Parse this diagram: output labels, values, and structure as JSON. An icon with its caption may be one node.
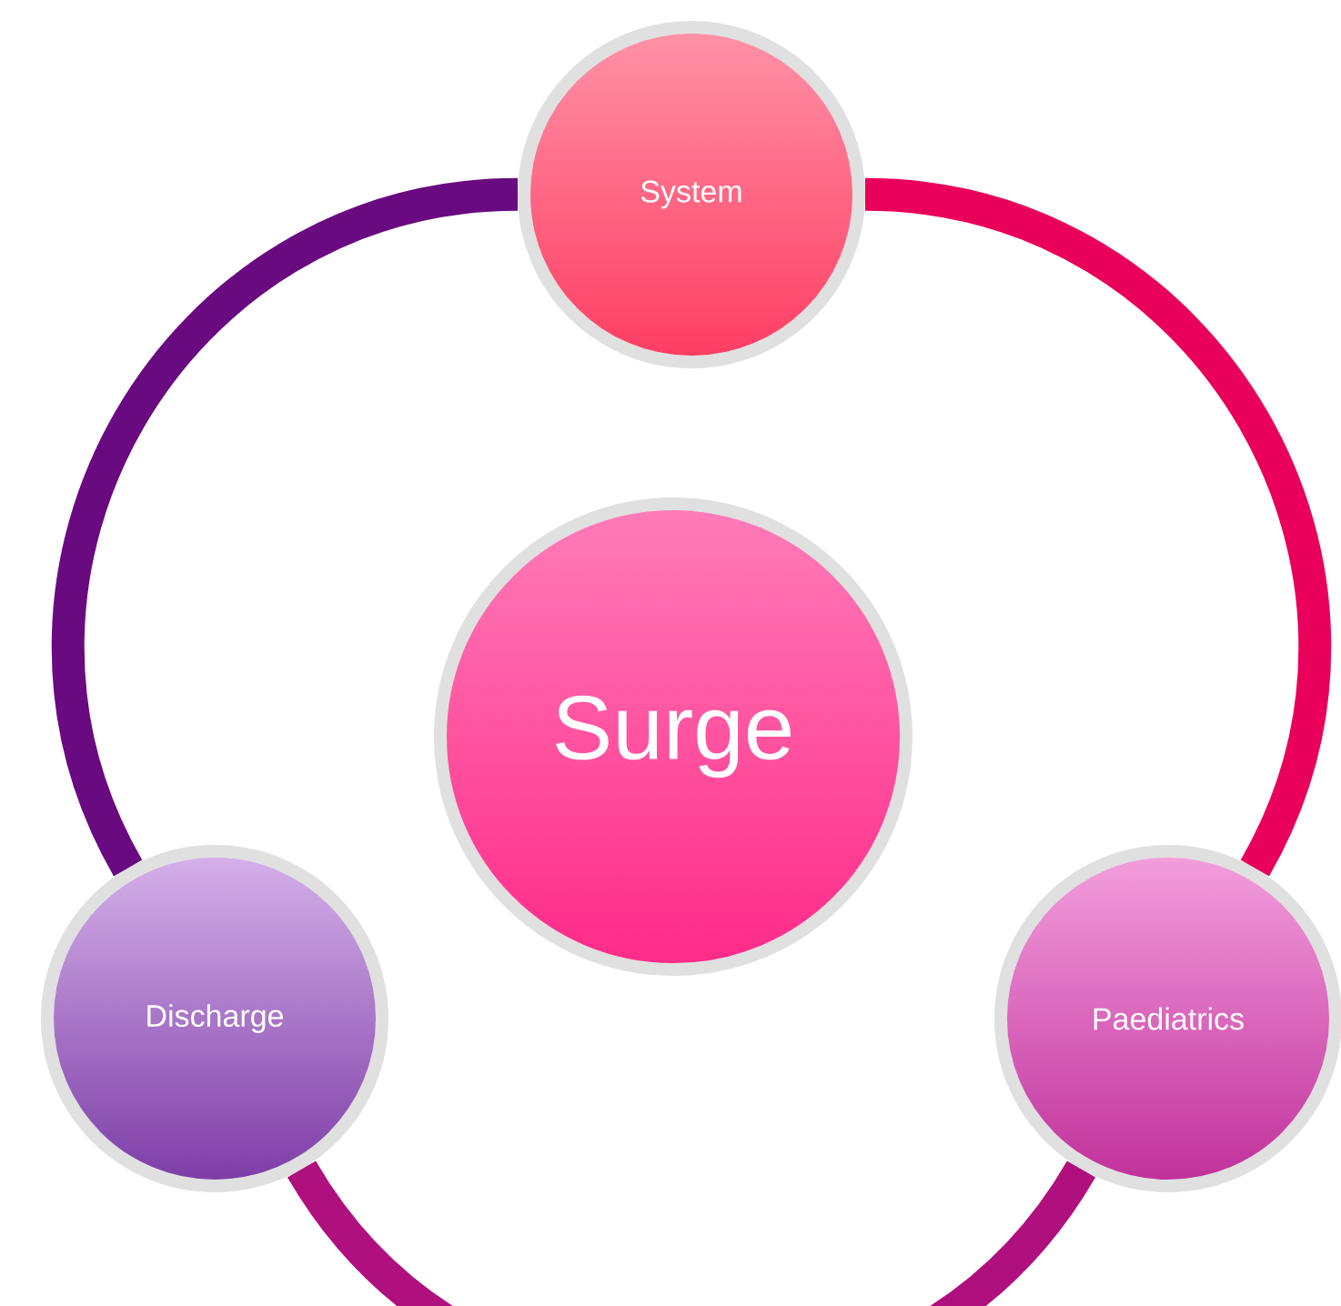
{
  "diagram": {
    "nodes": [
      {
        "text": [
          "Surge"
        ]
      },
      {
        "text": [
          "System"
        ]
      },
      {
        "text": [
          "Paediatrics"
        ]
      },
      {
        "text": [
          "Discharge"
        ]
      }
    ],
    "edges": [
      {
        "from": 1,
        "to": 2,
        "arrow": "none",
        "color": "#e8005a"
      },
      {
        "from": 2,
        "to": 3,
        "arrow": "none",
        "color": "#b0107e"
      },
      {
        "from": 3,
        "to": 1,
        "arrow": "none",
        "color": "#6a0a80"
      }
    ]
  }
}
